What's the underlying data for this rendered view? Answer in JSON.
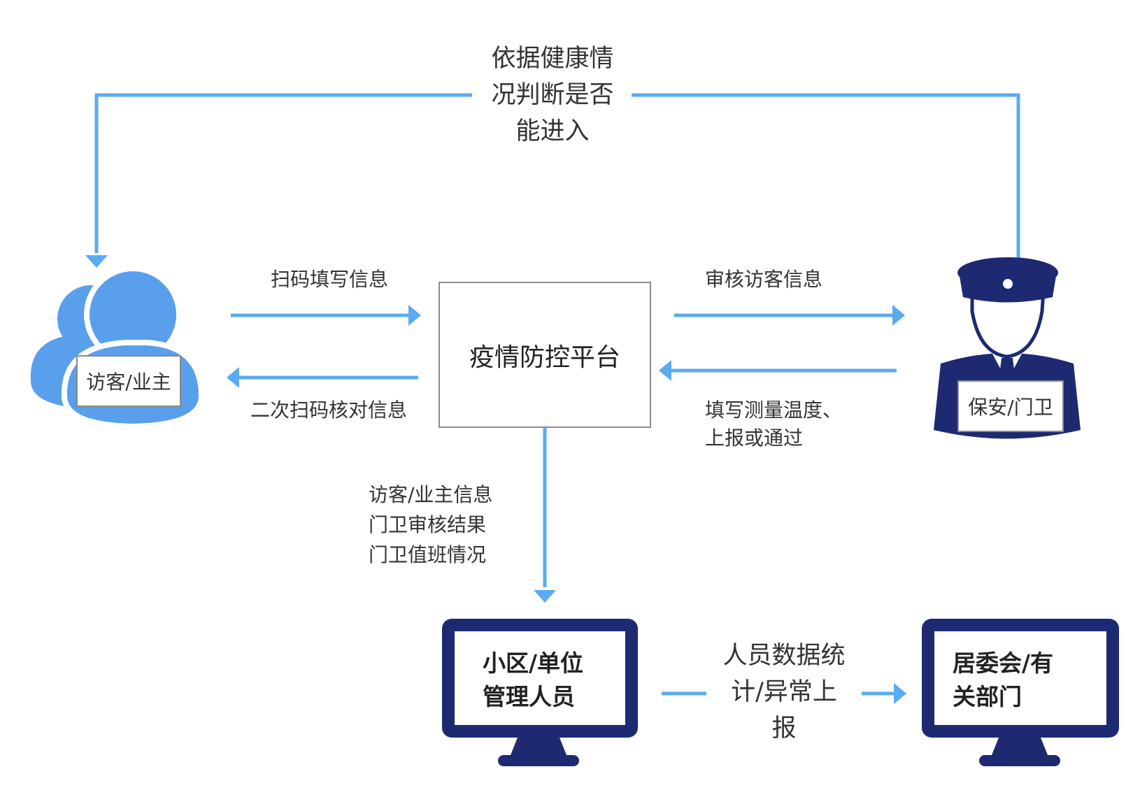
{
  "colors": {
    "arrow": "#5aabf0",
    "person": "#5a9fec",
    "navy": "#1d2a72",
    "text": "#333333",
    "box_border": "#8c8c8c"
  },
  "nodes": {
    "platform": "疫情防控平台",
    "visitor": "访客/业主",
    "guard": "保安/门卫",
    "manager": [
      "小区/单位",
      "管理人员"
    ],
    "committee": [
      "居委会/有",
      "关部门"
    ]
  },
  "edges": {
    "top_loop": [
      "依据健康情",
      "况判断是否",
      "能进入"
    ],
    "visitor_to_platform": "扫码填写信息",
    "platform_to_visitor": "二次扫码核对信息",
    "platform_to_guard": "审核访客信息",
    "guard_to_platform": [
      "填写测量温度、",
      "上报或通过"
    ],
    "platform_to_manager": [
      "访客/业主信息",
      "门卫审核结果",
      "门卫值班情况"
    ],
    "manager_to_committee": [
      "人员数据统",
      "计/异常上",
      "报"
    ]
  },
  "icons": {
    "visitor": "users-icon",
    "guard": "security-guard-icon",
    "manager": "monitor-icon",
    "committee": "monitor-icon"
  }
}
